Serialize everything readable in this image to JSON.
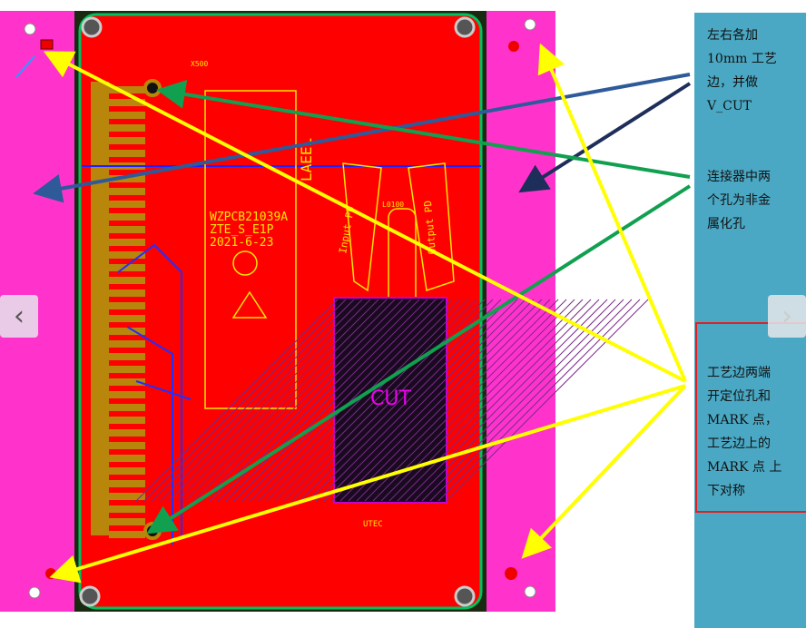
{
  "pcb": {
    "board_id": "WZPCB21039A",
    "model": "ZTE_S_E1P",
    "date": "2021-6-23",
    "label": "LAEEL",
    "input_pd": "Input PD",
    "output_pd": "Output PD",
    "cut": "CUT",
    "l0100": "L0100",
    "utec": "UTEC",
    "x500": "X500"
  },
  "notes": [
    {
      "lines": [
        "左右各加",
        "10mm 工艺",
        "边，并做",
        "V_CUT"
      ]
    },
    {
      "lines": [
        "连接器中两",
        "个孔为非金",
        "属化孔"
      ]
    },
    {
      "lines": [
        "工艺边两端",
        "开定位孔和",
        "MARK 点，",
        "工艺边上的",
        "MARK  点 上",
        "下对称"
      ]
    }
  ],
  "nav": {
    "prev": "‹",
    "next": "›"
  },
  "colors": {
    "rail": "#ff33cc",
    "board": "#ff0000",
    "copper": "#b8860b",
    "note_bg": "#4aa8c4",
    "arrow_yellow": "#ffff00",
    "arrow_green": "#10a050",
    "arrow_blue": "#2e5a9a"
  }
}
